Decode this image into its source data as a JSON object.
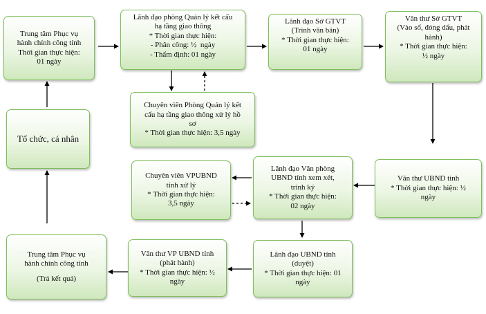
{
  "boxes": {
    "b1": [
      "Trung tâm Phục vụ",
      "hành chính công tỉnh",
      "Thời gian thực hiện:",
      "01 ngày"
    ],
    "b2": [
      "Lãnh đạo phòng Quản lý kết cấu",
      "hạ tầng giao thông",
      "* Thời gian thực hiện:",
      "- Phân công: ½  ngày",
      "- Thẩm định: 01 ngày"
    ],
    "b3": [
      "Lãnh đạo Sở GTVT",
      "(Trình văn bản)",
      "* Thời gian thực hiện:",
      "01 ngày"
    ],
    "b4": [
      "Văn thư Sở GTVT",
      "(Vào sổ, đóng dấu, phát",
      "hành)",
      "* Thời gian thực hiện:",
      "½ ngày"
    ],
    "b5": [
      "Chuyên viên Phòng Quản lý kết",
      "cấu hạ tầng giao thông xử lý hồ",
      "sơ",
      "* Thời gian thực hiện: 3,5 ngày"
    ],
    "b6": [
      "Tổ chức, cá nhân"
    ],
    "b7": [
      "Văn thư UBND tỉnh",
      "* Thời gian thực hiện: ½",
      "ngày"
    ],
    "b8": [
      "Lãnh đạo Văn phòng",
      "UBND tỉnh xem xét,",
      "trình ký",
      "* Thời gian thực hiện:",
      "02 ngày"
    ],
    "b9": [
      "Chuyên viên VPUBND",
      "tỉnh xử lý",
      "* Thời gian thực hiện:",
      "3,5 ngày"
    ],
    "b10": [
      "Lãnh đạo UBND tỉnh",
      "(duyệt)",
      "* Thời gian thực hiện: 01",
      "ngày"
    ],
    "b11": [
      "Văn thư VP UBND tỉnh",
      "(phát hành)",
      "* Thời gian thực hiện: ½",
      "ngày"
    ],
    "b12": [
      "Trung tâm Phục vụ",
      "hành chính công tỉnh",
      "",
      "(Trả kết quả)"
    ]
  },
  "colors": {
    "box_border": "#7fbf5a",
    "box_fill_bottom": "#cfe8bd",
    "arrow": "#000000"
  }
}
